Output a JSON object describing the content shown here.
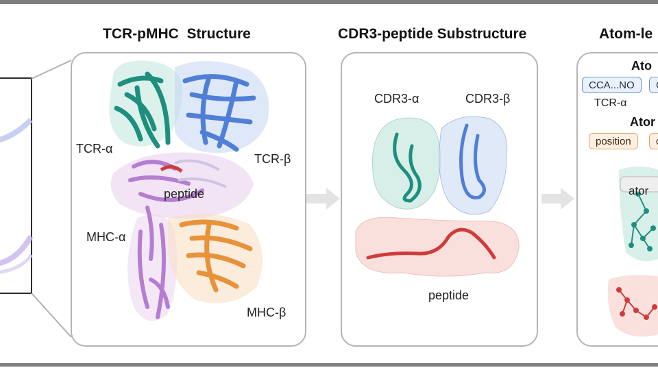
{
  "titles": {
    "structure": "TCR-pMHC  Structure",
    "substructure": "CDR3-peptide Substructure",
    "atom_level": "Atom-le"
  },
  "structure_labels": {
    "tcr_alpha": "TCR-α",
    "tcr_beta": "TCR-β",
    "peptide": "peptide",
    "mhc_alpha": "MHC-α",
    "mhc_beta": "MHC-β"
  },
  "substructure_labels": {
    "cdr3_alpha": "CDR3-α",
    "cdr3_beta": "CDR3-β",
    "peptide": "peptide"
  },
  "atom_panel": {
    "heading1": "Ato",
    "tag_sequence": "CCA...NO",
    "tag_sequence_next": "C",
    "chain_label": "TCR-α",
    "heading2": "Ator",
    "tag_position": "position",
    "tag_next": "c",
    "atom_label": "ator"
  },
  "colors": {
    "tcr_alpha": "#1e8f7e",
    "tcr_beta": "#4f7fd6",
    "mhc_alpha": "#b57ed0",
    "mhc_beta": "#e8923a",
    "peptide": "#cf3b3b",
    "panel_border": "#b4b4b4"
  }
}
